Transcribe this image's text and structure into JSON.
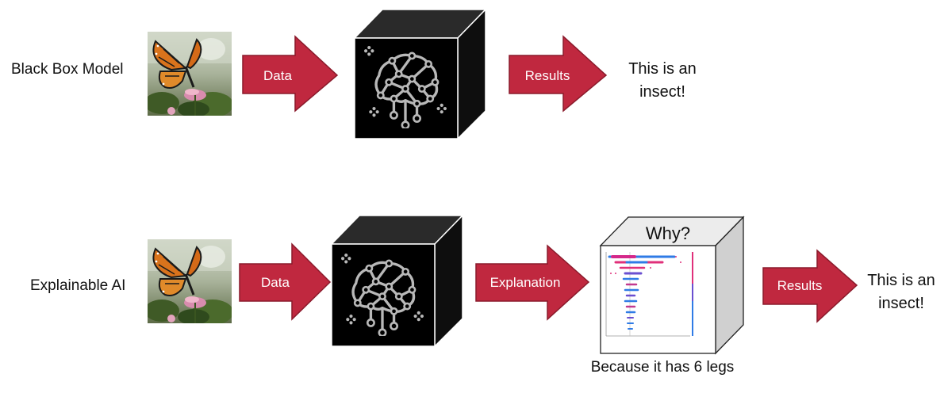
{
  "top_row": {
    "label": "Black Box Model",
    "data_arrow": "Data",
    "results_arrow": "Results",
    "result_text": [
      "This is an",
      "insect!"
    ]
  },
  "bottom_row": {
    "label": "Explainable AI",
    "data_arrow": "Data",
    "explanation_arrow": "Explanation",
    "why_title": "Why?",
    "caption": "Because it has 6 legs",
    "results_arrow": "Results",
    "result_text": [
      "This is an",
      "insect!"
    ]
  },
  "colors": {
    "arrow_fill": "#c0283f",
    "arrow_stroke": "#8a1a2b",
    "cube_front": "#000000",
    "cube_top": "#2a2a2a",
    "cube_side": "#0e0e0e",
    "brain_icon": "#b8b8b8",
    "xai_cube_side": "#d0d0d0",
    "xai_cube_top": "#ececec"
  },
  "icons": [
    "butterfly-photo",
    "brain-network-icon",
    "shap-summary-plot"
  ]
}
